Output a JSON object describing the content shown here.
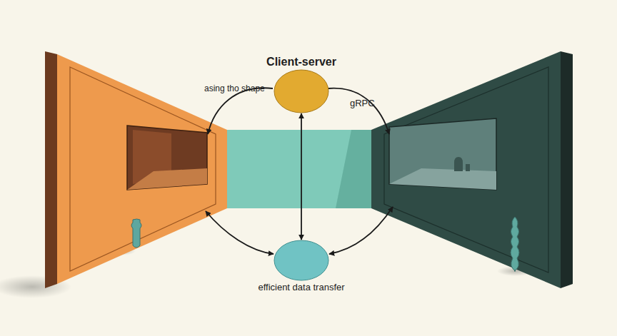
{
  "diagram": {
    "nodes": [
      {
        "text": [
          "Client-server"
        ]
      },
      {
        "text": [
          "efficient data transfer"
        ]
      }
    ],
    "edges": [
      {
        "from": 0,
        "to": 1,
        "arrow": "both"
      }
    ],
    "labels": [
      "asing tho shape",
      "gRPC"
    ]
  }
}
